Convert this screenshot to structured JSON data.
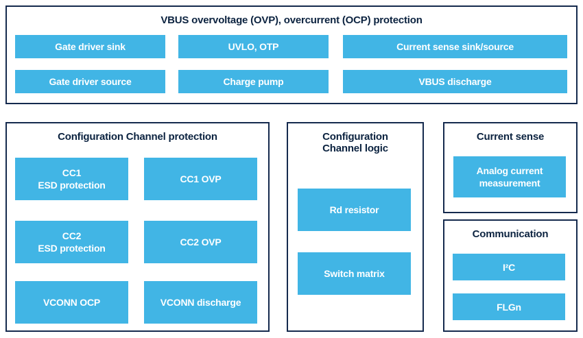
{
  "palette": {
    "block_blue": "#41b5e5",
    "outline_navy": "#14294d",
    "title_navy": "#0c2340",
    "block_text": "#ffffff",
    "background": "#ffffff"
  },
  "groups": [
    {
      "name": "vbus-protection",
      "title": "VBUS overvoltage (OVP), overcurrent (OCP) protection",
      "blocks": [
        "Gate driver sink",
        "UVLO, OTP",
        "Current sense sink/source",
        "Gate driver source",
        "Charge pump",
        "VBUS discharge"
      ]
    },
    {
      "name": "configuration-channel-protection",
      "title": "Configuration Channel protection",
      "blocks": [
        "CC1\nESD protection",
        "CC1 OVP",
        "CC2\nESD protection",
        "CC2 OVP",
        "VCONN OCP",
        "VCONN discharge"
      ]
    },
    {
      "name": "configuration-channel-logic",
      "title": "Configuration\nChannel logic",
      "blocks": [
        "Rd resistor",
        "Switch matrix"
      ]
    },
    {
      "name": "current-sense",
      "title": "Current sense",
      "blocks": [
        "Analog current\nmeasurement"
      ]
    },
    {
      "name": "communication",
      "title": "Communication",
      "blocks": [
        "I²C",
        "FLGn"
      ]
    }
  ]
}
